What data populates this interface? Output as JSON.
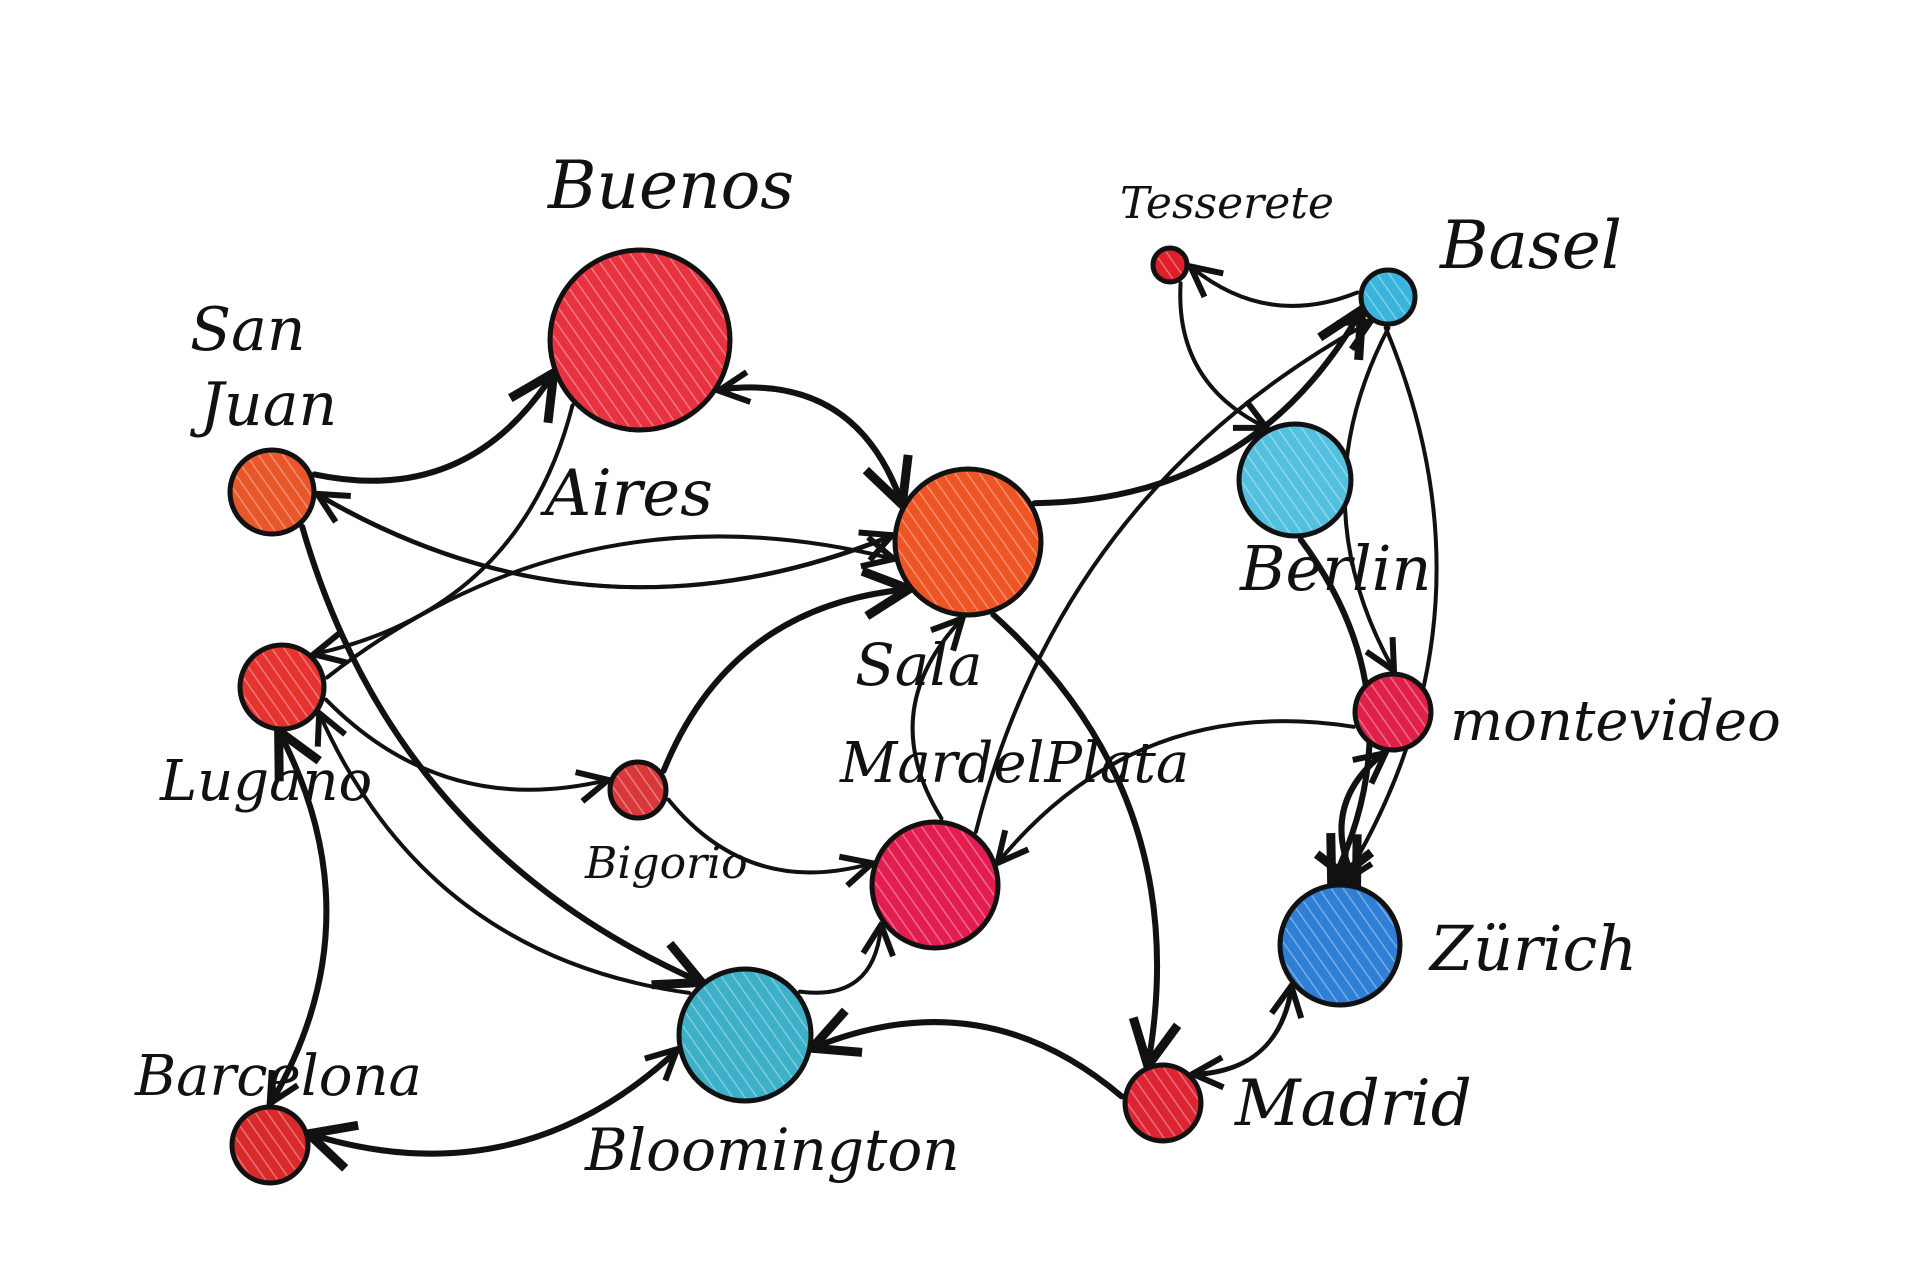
{
  "diagram": {
    "nodes": [
      {
        "id": "buenos-aires",
        "label_top": "Buenos",
        "label_bottom": "Aires",
        "color": "#e8323f"
      },
      {
        "id": "san-juan",
        "label_top": "San",
        "label_bottom": "Juan",
        "color": "#e8562a"
      },
      {
        "id": "tesserete",
        "label": "Tesserete",
        "color": "#e01f2a"
      },
      {
        "id": "basel",
        "label": "Basel",
        "color": "#3ab4dc"
      },
      {
        "id": "berlin",
        "label": "Berlin",
        "color": "#54c0e0"
      },
      {
        "id": "sala",
        "label": "Sala",
        "color": "#ee5524"
      },
      {
        "id": "lugano",
        "label": "Lugano",
        "color": "#e5332f"
      },
      {
        "id": "bigorio",
        "label": "Bigorio",
        "color": "#d9373a"
      },
      {
        "id": "mar-del-plata",
        "label": "MardelPlata",
        "color": "#e31d4f"
      },
      {
        "id": "montevideo",
        "label": "montevideo",
        "color": "#e02048"
      },
      {
        "id": "zurich",
        "label": "Zürich",
        "color": "#2f7fd6"
      },
      {
        "id": "barcelona",
        "label": "Barcelona",
        "color": "#d82a2a"
      },
      {
        "id": "bloomington",
        "label": "Bloomington",
        "color": "#3bb0c8"
      },
      {
        "id": "madrid",
        "label": "Madrid",
        "color": "#dc2433"
      }
    ],
    "edges": [
      {
        "from": "san-juan",
        "to": "buenos-aires"
      },
      {
        "from": "buenos-aires",
        "to": "lugano"
      },
      {
        "from": "sala",
        "to": "buenos-aires"
      },
      {
        "from": "buenos-aires",
        "to": "sala"
      },
      {
        "from": "san-juan",
        "to": "sala"
      },
      {
        "from": "sala",
        "to": "san-juan"
      },
      {
        "from": "san-juan",
        "to": "bloomington"
      },
      {
        "from": "lugano",
        "to": "sala"
      },
      {
        "from": "lugano",
        "to": "bigorio"
      },
      {
        "from": "bigorio",
        "to": "sala"
      },
      {
        "from": "bigorio",
        "to": "mar-del-plata"
      },
      {
        "from": "lugano",
        "to": "barcelona"
      },
      {
        "from": "barcelona",
        "to": "lugano"
      },
      {
        "from": "bloomington",
        "to": "lugano"
      },
      {
        "from": "barcelona",
        "to": "bloomington"
      },
      {
        "from": "bloomington",
        "to": "barcelona"
      },
      {
        "from": "bloomington",
        "to": "mar-del-plata"
      },
      {
        "from": "mar-del-plata",
        "to": "sala"
      },
      {
        "from": "sala",
        "to": "basel"
      },
      {
        "from": "basel",
        "to": "tesserete"
      },
      {
        "from": "tesserete",
        "to": "berlin"
      },
      {
        "from": "berlin",
        "to": "zurich"
      },
      {
        "from": "basel",
        "to": "montevideo"
      },
      {
        "from": "basel",
        "to": "zurich"
      },
      {
        "from": "montevideo",
        "to": "zurich"
      },
      {
        "from": "zurich",
        "to": "montevideo"
      },
      {
        "from": "montevideo",
        "to": "mar-del-plata"
      },
      {
        "from": "sala",
        "to": "madrid"
      },
      {
        "from": "madrid",
        "to": "zurich"
      },
      {
        "from": "zurich",
        "to": "madrid"
      },
      {
        "from": "madrid",
        "to": "bloomington"
      },
      {
        "from": "mar-del-plata",
        "to": "basel"
      }
    ]
  }
}
